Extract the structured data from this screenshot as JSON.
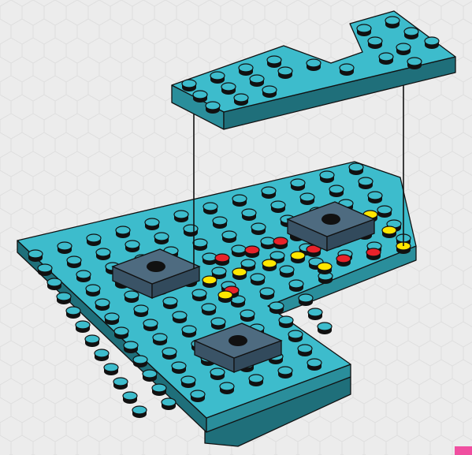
{
  "diagram": {
    "kind": "building-instruction-step",
    "colors": {
      "background": "#ececec",
      "hex_pattern": "#dedede",
      "plate_top": "#3dbccc",
      "plate_side": "#2a8e9b",
      "plate_front": "#1f6f7a",
      "tile_top": "#4e6b80",
      "tile_side": "#3a5366",
      "stud_red": "#e8222a",
      "stud_yellow": "#ffe600",
      "outline": "#111111",
      "corner_accent": "#f04fa0"
    },
    "parts": [
      {
        "name": "top-l-plate",
        "color": "plate_top",
        "studs": 22
      },
      {
        "name": "base-long-plate",
        "color": "plate_top"
      },
      {
        "name": "base-front-plate",
        "color": "plate_top"
      },
      {
        "name": "tile-with-hole",
        "color": "tile_top",
        "count": 3
      },
      {
        "name": "red-round-stud",
        "color": "stud_red",
        "count": 7
      },
      {
        "name": "yellow-round-stud",
        "color": "stud_yellow",
        "count": 9
      }
    ],
    "guides": 2
  }
}
